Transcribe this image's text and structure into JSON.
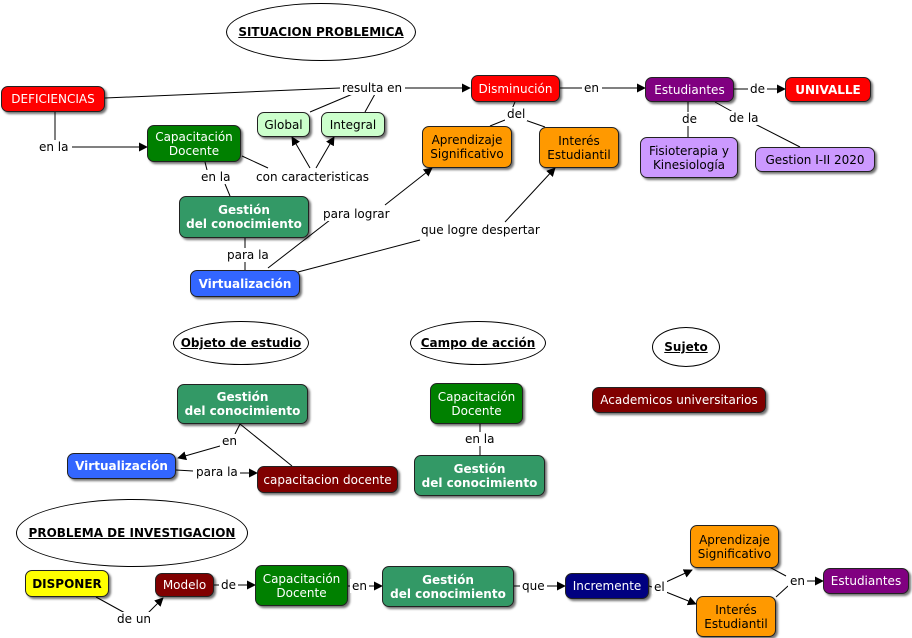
{
  "ovals": {
    "situacion": "SITUACION PROBLEMICA",
    "objeto": "Objeto de estudio",
    "campo": "Campo de acción",
    "sujeto": "Sujeto",
    "problema": "PROBLEMA DE INVESTIGACION"
  },
  "nodes": {
    "deficiencias": "DEFICIENCIAS",
    "disminucion": "Disminución",
    "estudiantes_top": "Estudiantes",
    "univalle": "UNIVALLE",
    "global": "Global",
    "integral": "Integral",
    "capacitacion_top": "Capacitación\nDocente",
    "aprendizaje_top": "Aprendizaje\nSignificativo",
    "interes_top": "Interés\nEstudiantil",
    "fisioterapia": "Fisioterapia y\nKinesiología",
    "gestion_periodo": "Gestion I-II 2020",
    "gestion_top": "Gestión\ndel conocimiento",
    "virtualizacion_top": "Virtualización",
    "gestion_obj": "Gestión\ndel conocimiento",
    "virtualizacion_obj": "Virtualización",
    "capacitacion_docente_obj": "capacitacion docente",
    "capacitacion_campo": "Capacitación\nDocente",
    "gestion_campo": "Gestión\ndel conocimiento",
    "academicos": "Academicos universitarios",
    "disponer": "DISPONER",
    "modelo": "Modelo",
    "capacitacion_bot": "Capacitación\nDocente",
    "gestion_bot": "Gestión\ndel conocimiento",
    "incremente": "Incremente",
    "aprendizaje_bot": "Aprendizaje\nSignificativo",
    "interes_bot": "Interés\nEstudiantil",
    "estudiantes_bot": "Estudiantes"
  },
  "links": {
    "resulta_en": "resulta en",
    "en_1": "en",
    "de_1": "de",
    "del": "del",
    "de_2": "de",
    "de_la_1": "de la",
    "en_la_1": "en la",
    "con_caracteristicas": "con caracteristicas",
    "en_la_2": "en la",
    "para_lograr": "para lograr",
    "que_logre_despertar": "que logre despertar",
    "para_la_1": "para la",
    "en_2": "en",
    "para_la_2": "para la",
    "en_la_3": "en la",
    "de_un": "de un",
    "de_3": "de",
    "en_3": "en",
    "que": "que",
    "el": "el",
    "en_4": "en"
  },
  "colors": {
    "red": "#ff0000",
    "green": "#008000",
    "light_green": "#ccffcc",
    "teal": "#339966",
    "blue": "#3366ff",
    "orange": "#ff9900",
    "purple": "#800080",
    "lilac": "#cc99ff",
    "maroon": "#800000",
    "navy": "#000080",
    "yellow": "#ffff00"
  }
}
